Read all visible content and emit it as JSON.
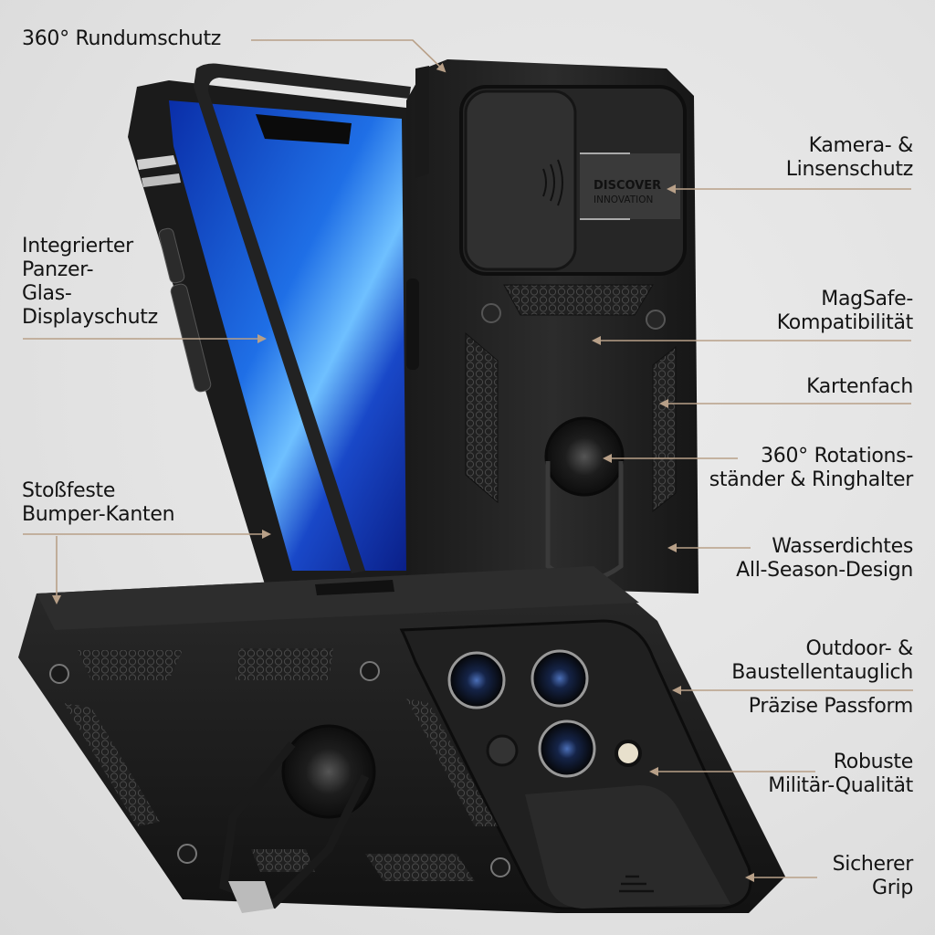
{
  "title": "Rugged phone case feature overview",
  "accent_color": "#b8a088",
  "case_print": {
    "line1": "DISCOVER",
    "line2": "INNOVATION"
  },
  "features_left": [
    {
      "id": "rundumschutz",
      "lines": [
        "360° Rundumschutz"
      ]
    },
    {
      "id": "panzerglas",
      "lines": [
        "Integrierter",
        "Panzer-",
        "Glas-",
        "Displayschutz"
      ]
    },
    {
      "id": "bumper",
      "lines": [
        "Stoßfeste",
        "Bumper-Kanten"
      ]
    }
  ],
  "features_right": [
    {
      "id": "kamera",
      "lines": [
        "Kamera- &",
        "Linsenschutz"
      ]
    },
    {
      "id": "magsafe",
      "lines": [
        "MagSafe-",
        "Kompatibilität"
      ]
    },
    {
      "id": "kartenfach",
      "lines": [
        "Kartenfach"
      ]
    },
    {
      "id": "rotation",
      "lines": [
        "360° Rotations-",
        "ständer & Ringhalter"
      ]
    },
    {
      "id": "wasserdicht",
      "lines": [
        "Wasserdichtes",
        "All-Season-Design"
      ]
    },
    {
      "id": "outdoor",
      "lines": [
        "Outdoor- &",
        "Baustellentauglich"
      ]
    },
    {
      "id": "passform",
      "lines": [
        "Präzise Passform"
      ]
    },
    {
      "id": "militaer",
      "lines": [
        "Robuste",
        "Militär-Qualität"
      ]
    },
    {
      "id": "grip",
      "lines": [
        "Sicherer",
        "Grip"
      ]
    }
  ]
}
